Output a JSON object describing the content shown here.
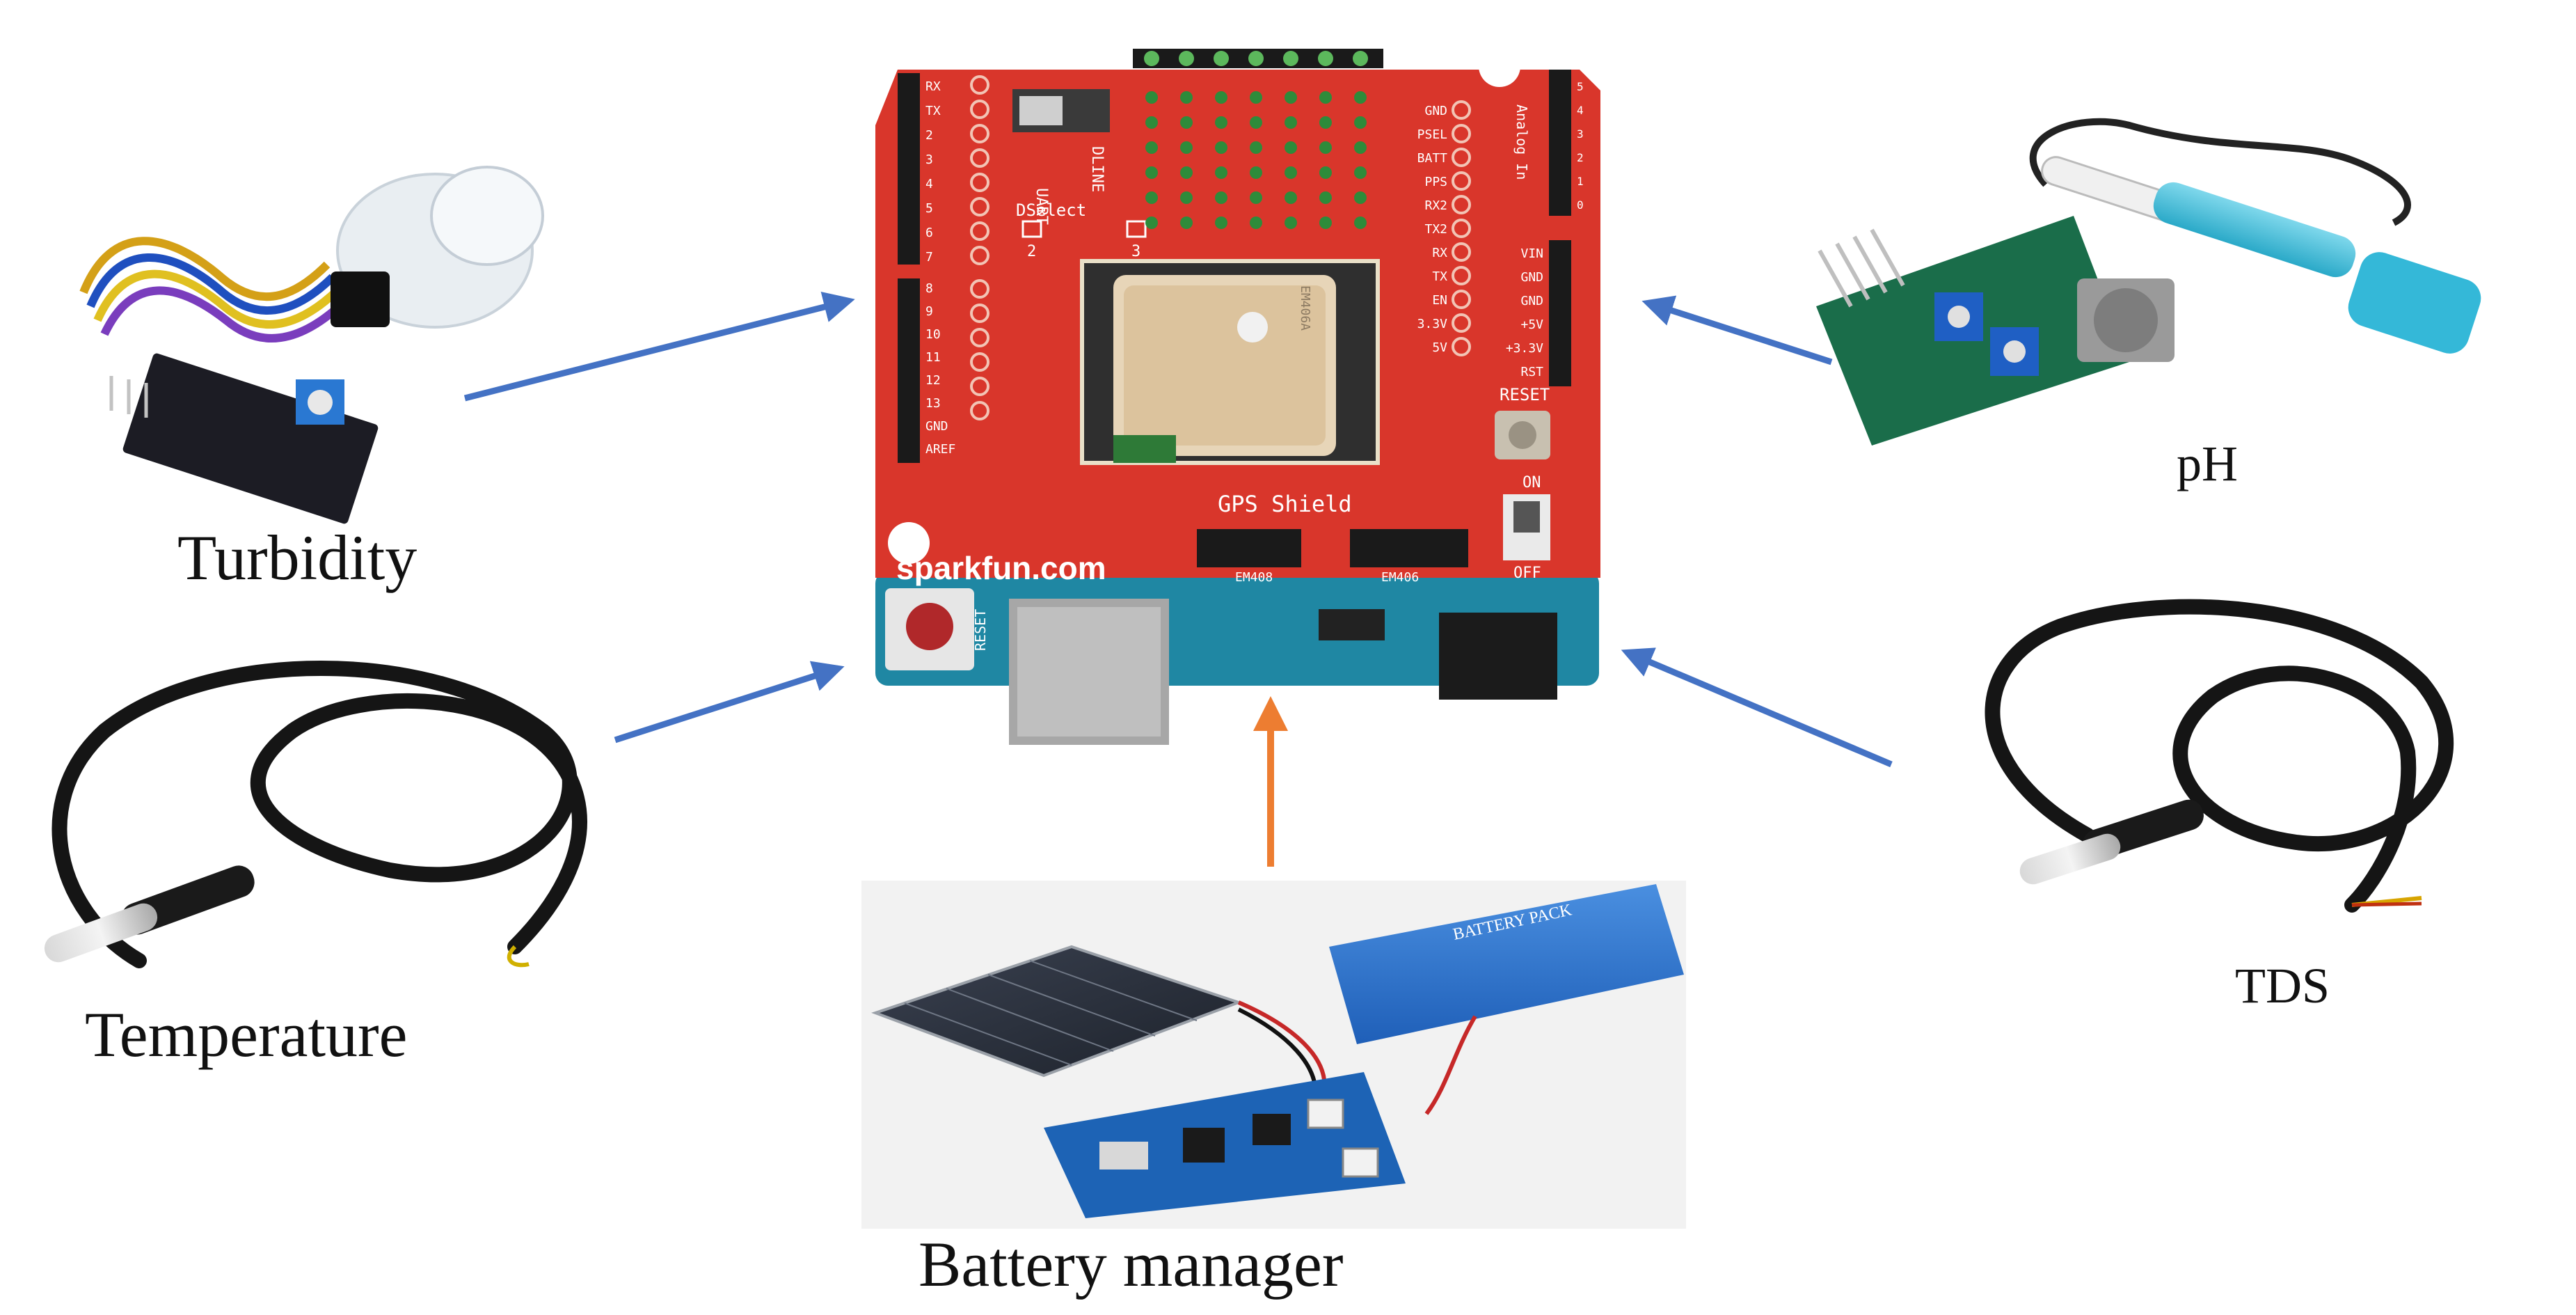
{
  "captions": {
    "turbidity": "Turbidity",
    "temperature": "Temperature",
    "ph": "pH",
    "tds": "TDS",
    "battery_manager": "Battery manager"
  },
  "board": {
    "brand": "sparkfun.com",
    "shield_title": "GPS Shield",
    "reset_label": "RESET",
    "base_reset_label": "RESET",
    "switch_left": "UART",
    "switch_right": "DLINE",
    "dselect_label": "DSelect",
    "dselect_left": "2",
    "dselect_right": "3",
    "on_label": "ON",
    "off_label": "OFF",
    "top_gnd": "GND",
    "analog_in_label": "Analog In",
    "em_left": "EM408",
    "em_right": "EM406",
    "gps_module_label": "EM406A",
    "left_pins": [
      "RX",
      "TX",
      "2",
      "3",
      "4",
      "5",
      "6",
      "7"
    ],
    "left_pins_b": [
      "8",
      "9",
      "10",
      "11",
      "12",
      "13",
      "GND",
      "AREF"
    ],
    "mid_right_pins": [
      "GND",
      "PSEL",
      "BATT",
      "PPS",
      "RX2",
      "TX2",
      "RX",
      "TX",
      "EN",
      "3.3V",
      "5V"
    ],
    "power_pins": [
      "VIN",
      "GND",
      "GND",
      "+5V",
      "+3.3V",
      "RST"
    ],
    "analog_pins": [
      "5",
      "4",
      "3",
      "2",
      "1",
      "0"
    ]
  },
  "battery": {
    "pack_label": "BATTERY PACK"
  },
  "colors": {
    "board_red": "#d9362b",
    "base_teal": "#1f87a3",
    "sensor_arrow": "#4472c4",
    "power_arrow": "#ed7d31",
    "pcb_blue": "#1d63b5"
  }
}
